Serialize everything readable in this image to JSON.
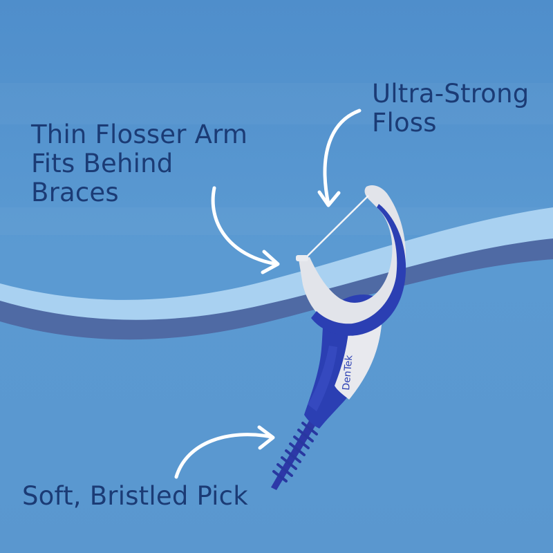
{
  "labels": {
    "floss": "Ultra-Strong\nFloss",
    "arm": "Thin Flosser Arm\nFits Behind\nBraces",
    "pick": "Soft, Bristled Pick"
  },
  "product": {
    "brand_text": "DenTek"
  },
  "colors": {
    "background": "#5b94cb",
    "text": "#1b3b75",
    "wave_light": "#a9d1f1",
    "wave_dark": "#4f6aa4",
    "product_blue": "#2b3fb3",
    "product_white": "#e8e9ee"
  },
  "icons": {
    "arrows": [
      "curved-arrow-icon",
      "curved-arrow-icon",
      "curved-arrow-icon"
    ]
  }
}
